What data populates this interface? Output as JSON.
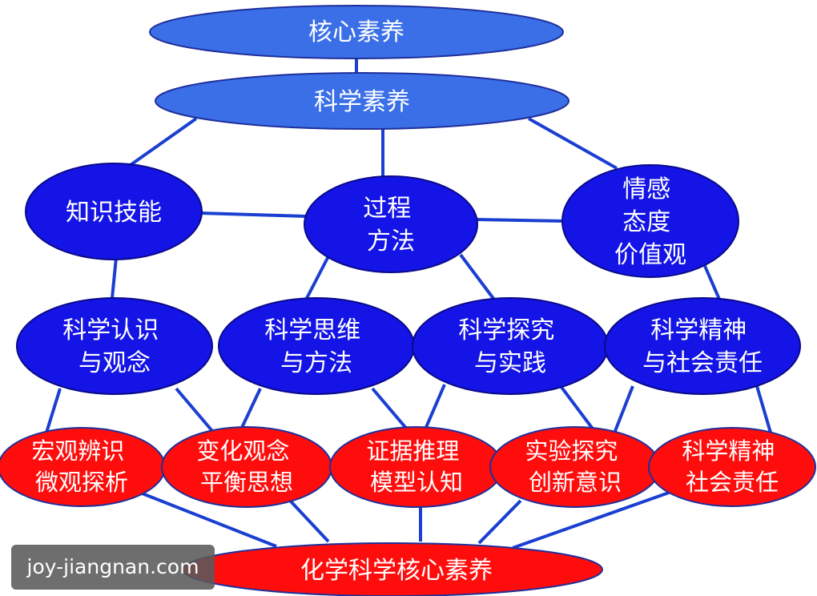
{
  "nodes": {
    "core_literacy": {
      "lines": [
        "核心素养"
      ]
    },
    "science_literacy": {
      "lines": [
        "科学素养"
      ]
    },
    "knowledge_skills": {
      "lines": [
        "知识技能"
      ]
    },
    "process_methods": {
      "lines": [
        "过程",
        "方法"
      ]
    },
    "emotion_attitude_values": {
      "lines": [
        "情感",
        "态度",
        "价值观"
      ]
    },
    "sci_cognition": {
      "lines": [
        "科学认识",
        "与观念"
      ]
    },
    "sci_thinking": {
      "lines": [
        "科学思维",
        "与方法"
      ]
    },
    "sci_inquiry": {
      "lines": [
        "科学探究",
        "与实践"
      ]
    },
    "sci_spirit_responsibility": {
      "lines": [
        "科学精神",
        "与社会责任"
      ]
    },
    "macro_micro": {
      "lines": [
        "宏观辨识",
        "微观探析"
      ]
    },
    "change_equilibrium": {
      "lines": [
        "变化观念",
        "平衡思想"
      ]
    },
    "evidence_model": {
      "lines": [
        "证据推理",
        "模型认知"
      ]
    },
    "experiment_innovation": {
      "lines": [
        "实验探究",
        "创新意识"
      ]
    },
    "spirit_social": {
      "lines": [
        "科学精神",
        "社会责任"
      ]
    },
    "chem_core_literacy": {
      "lines": [
        "化学科学核心素养"
      ]
    }
  },
  "watermark": {
    "text": "joy-jiangnan.com"
  },
  "colors": {
    "blue_node": "#1414e6",
    "light_blue_node": "#3a6fe8",
    "red_node": "#ff0d0d",
    "connector": "#1a3fd1",
    "text": "#ffffff"
  }
}
